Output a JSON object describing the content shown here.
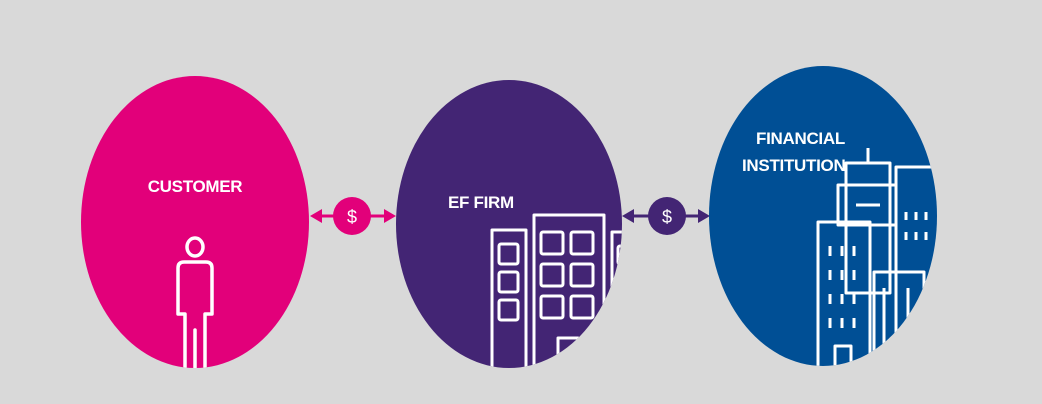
{
  "nodes": [
    {
      "id": "customer",
      "label_lines": [
        "CUSTOMER"
      ],
      "color": "#e2007a",
      "icon": "person-icon"
    },
    {
      "id": "ef-firm",
      "label_lines": [
        "EF FIRM"
      ],
      "color": "#432574",
      "icon": "building-icon"
    },
    {
      "id": "financial-institution",
      "label_lines": [
        "FINANCIAL",
        "INSTITUTION"
      ],
      "color": "#004f95",
      "icon": "skyscrapers-icon"
    }
  ],
  "connectors": [
    {
      "from": "customer",
      "to": "ef-firm",
      "label": "$",
      "color": "#e2007a"
    },
    {
      "from": "ef-firm",
      "to": "financial-institution",
      "label": "$",
      "color": "#432574"
    }
  ],
  "colors": {
    "background": "#d9d9d9",
    "icon_stroke": "#ffffff"
  }
}
